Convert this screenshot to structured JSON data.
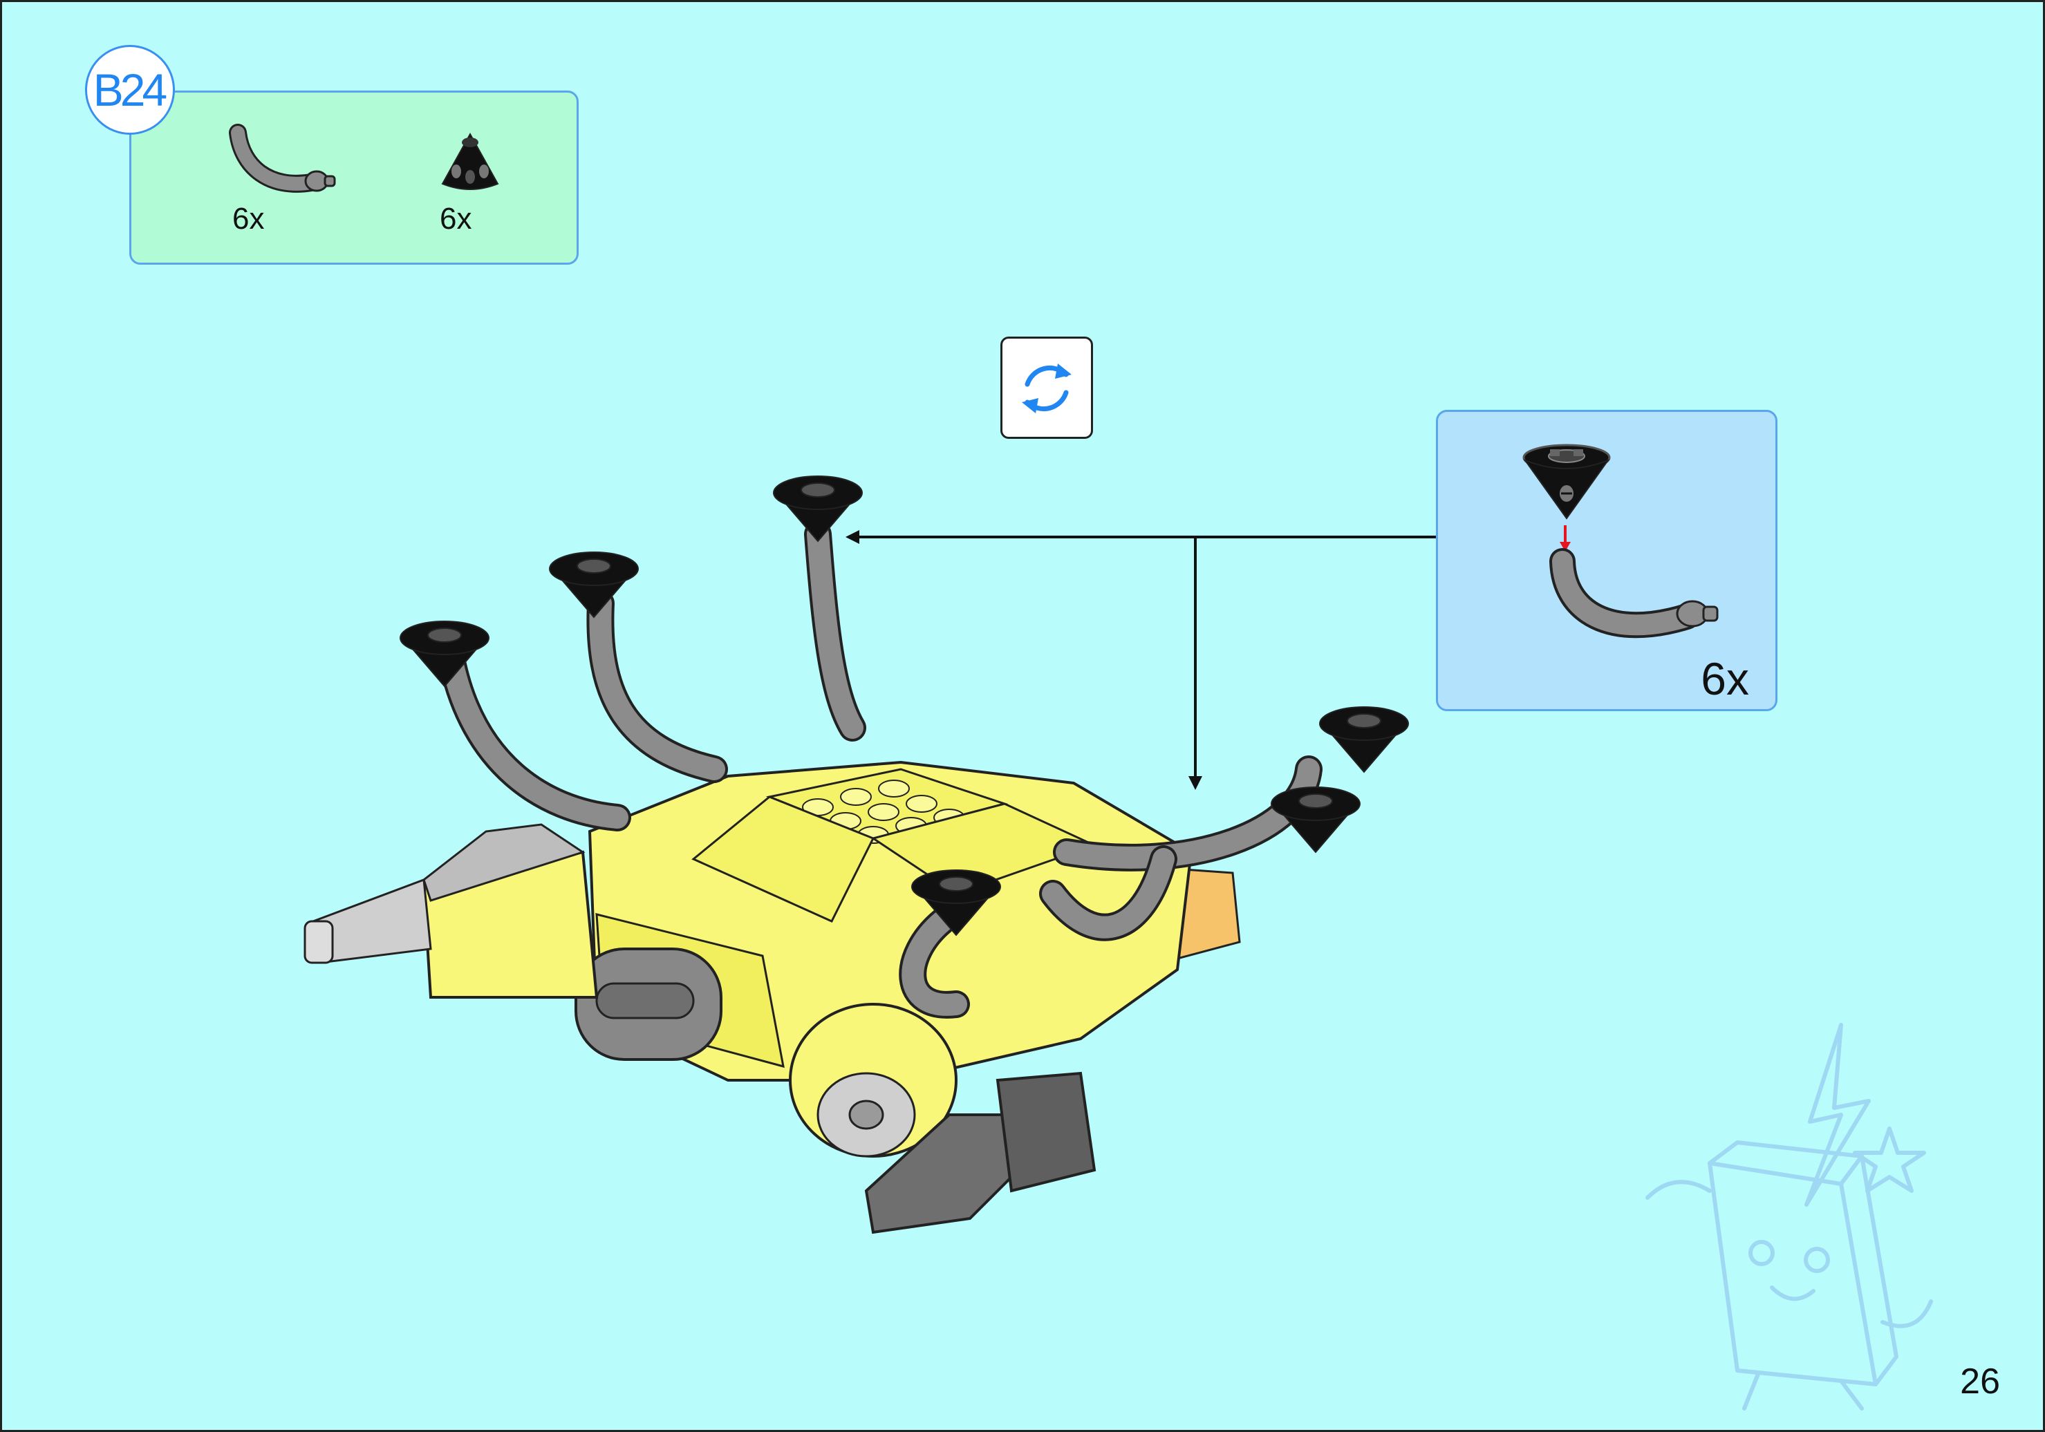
{
  "step": {
    "label": "B24"
  },
  "parts": [
    {
      "icon": "curved-hose-icon",
      "qty": "6x"
    },
    {
      "icon": "cone-icon",
      "qty": "6x"
    }
  ],
  "rotate": {
    "icon": "rotate-icon"
  },
  "subassembly": {
    "qty": "6x",
    "icons": [
      "cone-icon",
      "curved-hose-icon",
      "insert-arrow-icon"
    ]
  },
  "page": {
    "number": "26"
  },
  "colors": {
    "background": "#b9fcfc",
    "parts_box": "#b1fbd6",
    "subassembly_box": "#b3e2fc",
    "accent_blue": "#1f86f2",
    "model_yellow": "#f9f77a",
    "hose_gray": "#8c8c8c",
    "cone_black": "#111111",
    "insert_arrow": "#e5161d"
  }
}
